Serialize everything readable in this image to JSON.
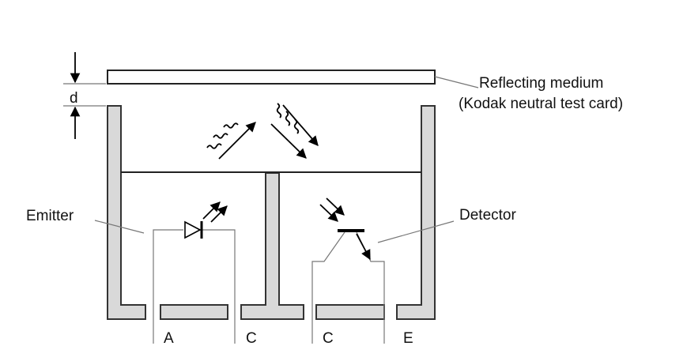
{
  "labels": {
    "reflecting_medium": "Reflecting medium",
    "reflecting_medium_note": "(Kodak neutral test card)",
    "distance": "d",
    "emitter": "Emitter",
    "detector": "Detector",
    "pin_a": "A",
    "pin_c_left": "C",
    "pin_c_right": "C",
    "pin_e": "E"
  },
  "colors": {
    "wall_fill": "#d9d9d9",
    "outline": "#333333",
    "lead": "#777777"
  }
}
